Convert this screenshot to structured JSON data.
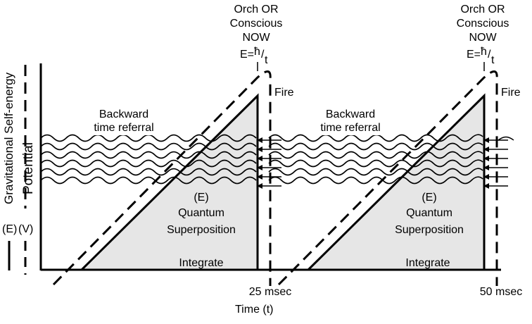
{
  "cycles": [
    {
      "header_line1": "Orch OR",
      "header_line2": "Conscious",
      "header_line3": "NOW",
      "formula_lhs": "E=",
      "formula_hbar": "ħ",
      "formula_slash": "/",
      "formula_t": "t",
      "fire_label": "Fire",
      "backward_line1": "Backward",
      "backward_line2": "time referral",
      "superposition_line1": "(E)",
      "superposition_line2": "Quantum",
      "superposition_line3": "Superposition",
      "integrate_label": "Integrate",
      "time_label": "25 msec"
    },
    {
      "header_line1": "Orch OR",
      "header_line2": "Conscious",
      "header_line3": "NOW",
      "formula_lhs": "E=",
      "formula_hbar": "ħ",
      "formula_slash": "/",
      "formula_t": "t",
      "fire_label": "Fire",
      "backward_line1": "Backward",
      "backward_line2": "time referral",
      "superposition_line1": "(E)",
      "superposition_line2": "Quantum",
      "superposition_line3": "Superposition",
      "integrate_label": "Integrate",
      "time_label": "50 msec"
    }
  ],
  "y_axis": {
    "gravitational_label": "Gravitational Self-energy",
    "potential_label": "Potential",
    "legend_e": "(E)",
    "legend_v": "(V)"
  },
  "x_axis": {
    "label": "Time (t)"
  },
  "colors": {
    "fill": "#e6e6e6",
    "stroke": "#000000",
    "background": "#ffffff"
  }
}
